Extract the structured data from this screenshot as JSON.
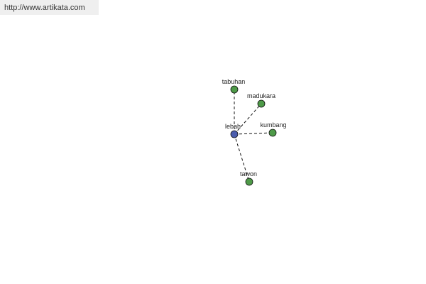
{
  "header": {
    "url": "http://www.artikata.com"
  },
  "graph": {
    "colors": {
      "center_node": "#4a5cad",
      "leaf_node": "#4e9a48"
    },
    "center": {
      "id": "lebah",
      "label": "lebah"
    },
    "nodes": [
      {
        "id": "tabuhan",
        "label": "tabuhan"
      },
      {
        "id": "madukara",
        "label": "madukara"
      },
      {
        "id": "kumbang",
        "label": "kumbang"
      },
      {
        "id": "tawon",
        "label": "tawon"
      }
    ],
    "edges": [
      {
        "from": "lebah",
        "to": "tabuhan"
      },
      {
        "from": "lebah",
        "to": "madukara"
      },
      {
        "from": "lebah",
        "to": "kumbang"
      },
      {
        "from": "lebah",
        "to": "tawon"
      }
    ]
  }
}
